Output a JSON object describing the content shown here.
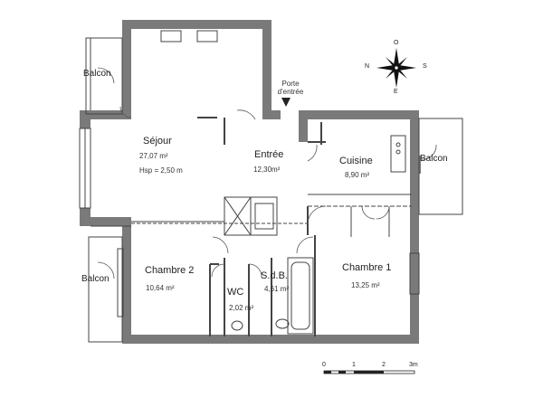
{
  "rooms": {
    "sejour": {
      "name": "Séjour",
      "area": "27,07 m²",
      "hsp": "Hsp = 2,50 m"
    },
    "entree": {
      "name": "Entrée",
      "area": "12,30m²",
      "door": "Porte d'entrée"
    },
    "cuisine": {
      "name": "Cuisine",
      "area": "8,90 m²"
    },
    "chambre1": {
      "name": "Chambre 1",
      "area": "13,25 m²"
    },
    "chambre2": {
      "name": "Chambre 2",
      "area": "10,64 m²"
    },
    "sdb": {
      "name": "S.d.B.",
      "area": "4,61 m²"
    },
    "wc": {
      "name": "WC",
      "area": "2,02 m²"
    }
  },
  "balconies": {
    "top_left": "Balcon",
    "right": "Balcon",
    "bottom_left": "Balcon"
  },
  "compass": {
    "n": "N",
    "e": "E",
    "s": "S",
    "o": "O"
  },
  "scale": {
    "ticks": [
      "0",
      "1",
      "2",
      "3m"
    ]
  },
  "colors": {
    "wall": "#777777",
    "line": "#444444",
    "background": "#ffffff"
  }
}
